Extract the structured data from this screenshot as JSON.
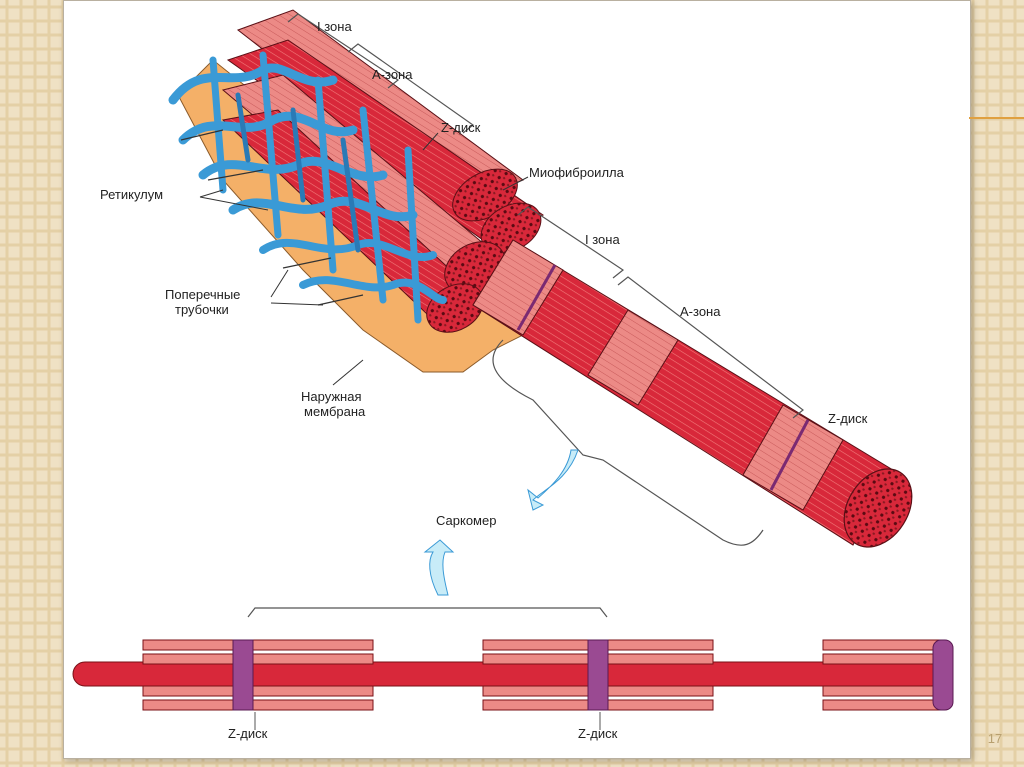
{
  "slide": {
    "page_number": "17"
  },
  "labels": {
    "i_zone_top": "I зона",
    "a_zone_top": "А-зона",
    "z_disc_top": "Z-диск",
    "myofibril": "Миофиброилла",
    "reticulum": "Ретикулум",
    "transverse_tubules_1": "Поперечные",
    "transverse_tubules_2": "трубочки",
    "outer_membrane_1": "Наружная",
    "outer_membrane_2": "мембрана",
    "i_zone_right": "I зона",
    "a_zone_right": "А-зона",
    "z_disc_right": "Z-диск",
    "sarcomere": "Саркомер",
    "z_disc_bottom_left": "Z-диск",
    "z_disc_bottom_right": "Z-диск"
  },
  "colors": {
    "muscle_red": "#d8283a",
    "muscle_light": "#ec8a86",
    "reticulum_blue": "#3a9ad6",
    "membrane_orange": "#f4b068",
    "z_disc_purple": "#7a2a72",
    "slide_background": "#efe1c4"
  }
}
